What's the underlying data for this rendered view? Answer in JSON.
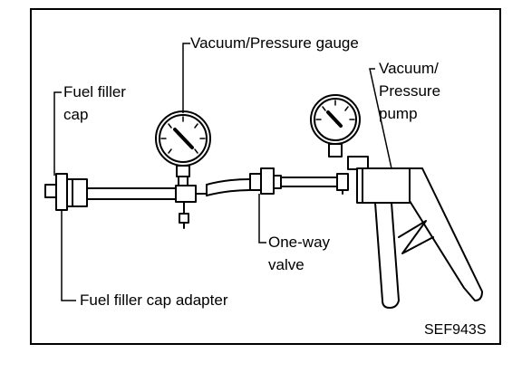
{
  "labels": {
    "vacuum_gauge": "Vacuum/Pressure gauge",
    "pump_line1": "Vacuum/",
    "pump_line2": "Pressure",
    "pump_line3": "pump",
    "fuel_cap_line1": "Fuel filler",
    "fuel_cap_line2": "cap",
    "one_way_line1": "One-way",
    "one_way_line2": "valve",
    "cap_adapter": "Fuel filler cap adapter"
  },
  "figure_code": "SEF943S"
}
